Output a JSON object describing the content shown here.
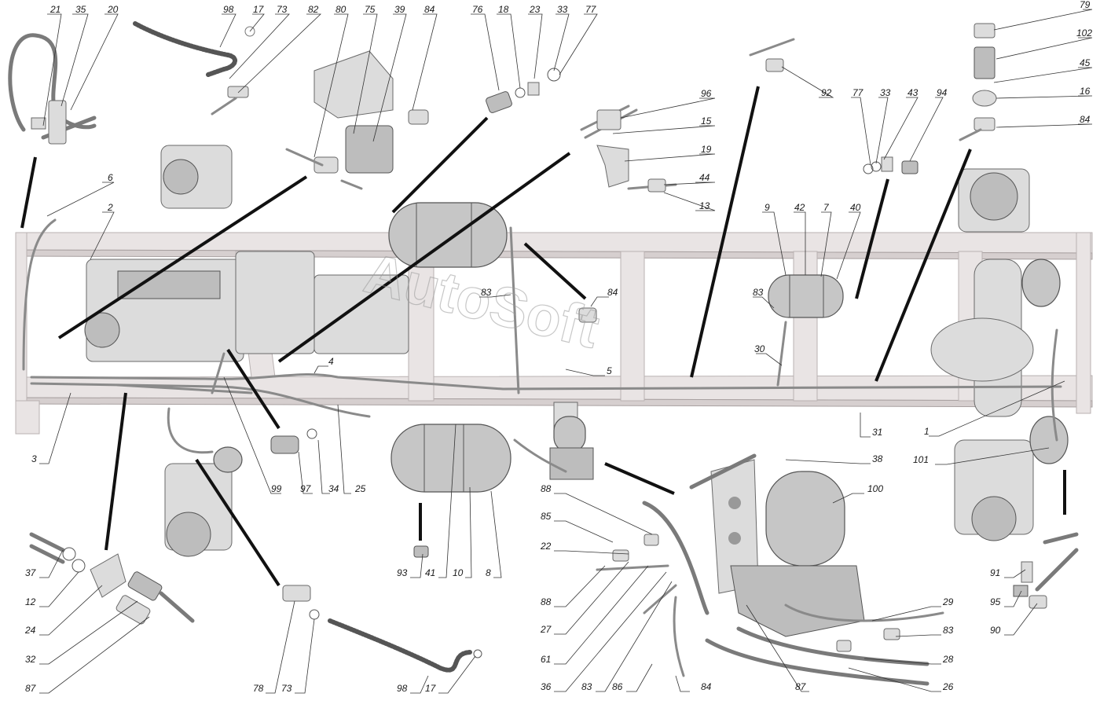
{
  "watermark": "AutoSoft",
  "colors": {
    "frame": "#e9e4e4",
    "parts": "#c6c6c6",
    "lines": "#333333"
  },
  "callouts": [
    {
      "id": "c21",
      "text": "21"
    },
    {
      "id": "c35",
      "text": "35"
    },
    {
      "id": "c20",
      "text": "20"
    },
    {
      "id": "c98a",
      "text": "98"
    },
    {
      "id": "c17a",
      "text": "17"
    },
    {
      "id": "c73a",
      "text": "73"
    },
    {
      "id": "c82",
      "text": "82"
    },
    {
      "id": "c80",
      "text": "80"
    },
    {
      "id": "c75",
      "text": "75"
    },
    {
      "id": "c39",
      "text": "39"
    },
    {
      "id": "c84a",
      "text": "84"
    },
    {
      "id": "c76",
      "text": "76"
    },
    {
      "id": "c18",
      "text": "18"
    },
    {
      "id": "c23",
      "text": "23"
    },
    {
      "id": "c33a",
      "text": "33"
    },
    {
      "id": "c77a",
      "text": "77"
    },
    {
      "id": "c96",
      "text": "96"
    },
    {
      "id": "c15",
      "text": "15"
    },
    {
      "id": "c19",
      "text": "19"
    },
    {
      "id": "c44",
      "text": "44"
    },
    {
      "id": "c13",
      "text": "13"
    },
    {
      "id": "c92",
      "text": "92"
    },
    {
      "id": "c77b",
      "text": "77"
    },
    {
      "id": "c33b",
      "text": "33"
    },
    {
      "id": "c43",
      "text": "43"
    },
    {
      "id": "c94",
      "text": "94"
    },
    {
      "id": "c79",
      "text": "79"
    },
    {
      "id": "c102",
      "text": "102"
    },
    {
      "id": "c45",
      "text": "45"
    },
    {
      "id": "c16",
      "text": "16"
    },
    {
      "id": "c84b",
      "text": "84"
    },
    {
      "id": "c6",
      "text": "6"
    },
    {
      "id": "c2",
      "text": "2"
    },
    {
      "id": "c9",
      "text": "9"
    },
    {
      "id": "c42",
      "text": "42"
    },
    {
      "id": "c7",
      "text": "7"
    },
    {
      "id": "c40",
      "text": "40"
    },
    {
      "id": "c83a",
      "text": "83"
    },
    {
      "id": "c84c",
      "text": "84"
    },
    {
      "id": "c83b",
      "text": "83"
    },
    {
      "id": "c30",
      "text": "30"
    },
    {
      "id": "c4",
      "text": "4"
    },
    {
      "id": "c5",
      "text": "5"
    },
    {
      "id": "c3",
      "text": "3"
    },
    {
      "id": "c99",
      "text": "99"
    },
    {
      "id": "c97",
      "text": "97"
    },
    {
      "id": "c34",
      "text": "34"
    },
    {
      "id": "c25",
      "text": "25"
    },
    {
      "id": "c38",
      "text": "38"
    },
    {
      "id": "c31",
      "text": "31"
    },
    {
      "id": "c1",
      "text": "1"
    },
    {
      "id": "c101",
      "text": "101"
    },
    {
      "id": "c100",
      "text": "100"
    },
    {
      "id": "c88a",
      "text": "88"
    },
    {
      "id": "c85",
      "text": "85"
    },
    {
      "id": "c22",
      "text": "22"
    },
    {
      "id": "c88b",
      "text": "88"
    },
    {
      "id": "c27",
      "text": "27"
    },
    {
      "id": "c61",
      "text": "61"
    },
    {
      "id": "c36",
      "text": "36"
    },
    {
      "id": "c83c",
      "text": "83"
    },
    {
      "id": "c86",
      "text": "86"
    },
    {
      "id": "c84d",
      "text": "84"
    },
    {
      "id": "c87a",
      "text": "87"
    },
    {
      "id": "c26",
      "text": "26"
    },
    {
      "id": "c28",
      "text": "28"
    },
    {
      "id": "c83d",
      "text": "83"
    },
    {
      "id": "c29",
      "text": "29"
    },
    {
      "id": "c93",
      "text": "93"
    },
    {
      "id": "c41",
      "text": "41"
    },
    {
      "id": "c10",
      "text": "10"
    },
    {
      "id": "c8",
      "text": "8"
    },
    {
      "id": "c37",
      "text": "37"
    },
    {
      "id": "c12",
      "text": "12"
    },
    {
      "id": "c24",
      "text": "24"
    },
    {
      "id": "c32",
      "text": "32"
    },
    {
      "id": "c87b",
      "text": "87"
    },
    {
      "id": "c78",
      "text": "78"
    },
    {
      "id": "c73b",
      "text": "73"
    },
    {
      "id": "c98b",
      "text": "98"
    },
    {
      "id": "c17b",
      "text": "17"
    },
    {
      "id": "c91",
      "text": "91"
    },
    {
      "id": "c95",
      "text": "95"
    },
    {
      "id": "c90",
      "text": "90"
    }
  ]
}
